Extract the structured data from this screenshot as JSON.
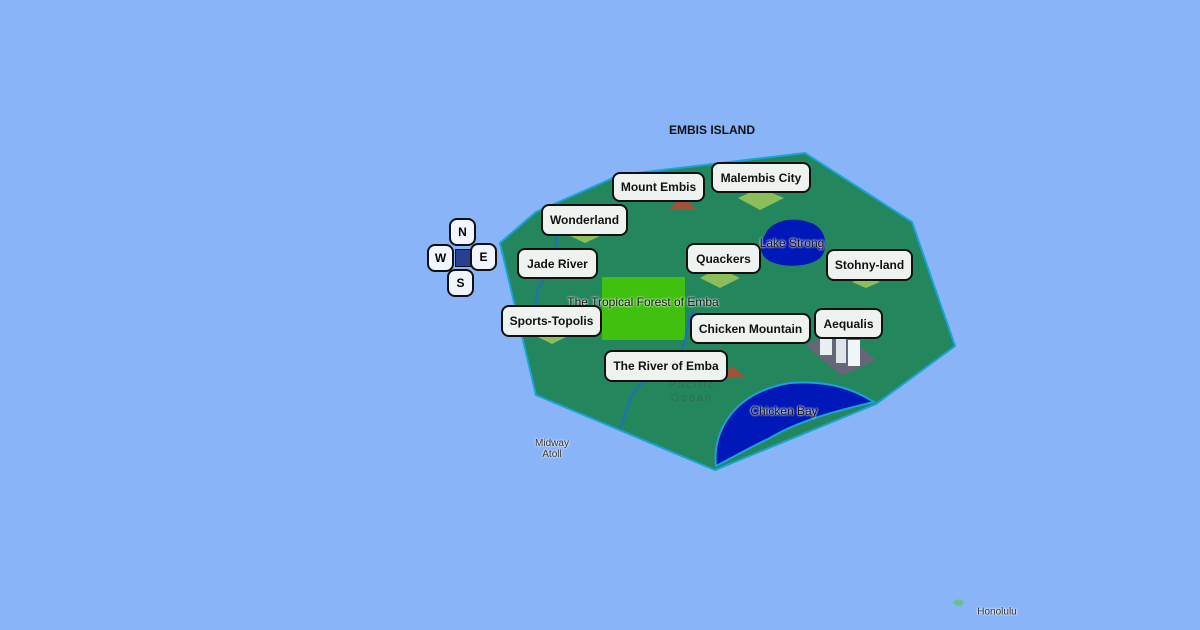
{
  "map": {
    "title": "EMBIS ISLAND",
    "colors": {
      "ocean": "#8ab4f8",
      "land": "#23865c",
      "border": "#1aa3d6",
      "forest": "#41c10f",
      "water": "#0018b8"
    },
    "places": [
      "Mount Embis",
      "Malembis City",
      "Wonderland",
      "Jade River",
      "Quackers",
      "Stohny-land",
      "Sports-Topolis",
      "Aequalis",
      "The River of Emba",
      "Chicken Mountain"
    ],
    "features": {
      "lake": "Lake Strong",
      "forest": "The Tropical Forest of Emba",
      "bay": "Chicken Bay"
    },
    "basemap": {
      "ocean_line1": "Pacific",
      "ocean_line2": "Ocean",
      "atoll_line1": "Midway",
      "atoll_line2": "Atoll",
      "city": "Honolulu"
    }
  },
  "compass": {
    "n": "N",
    "s": "S",
    "e": "E",
    "w": "W"
  }
}
